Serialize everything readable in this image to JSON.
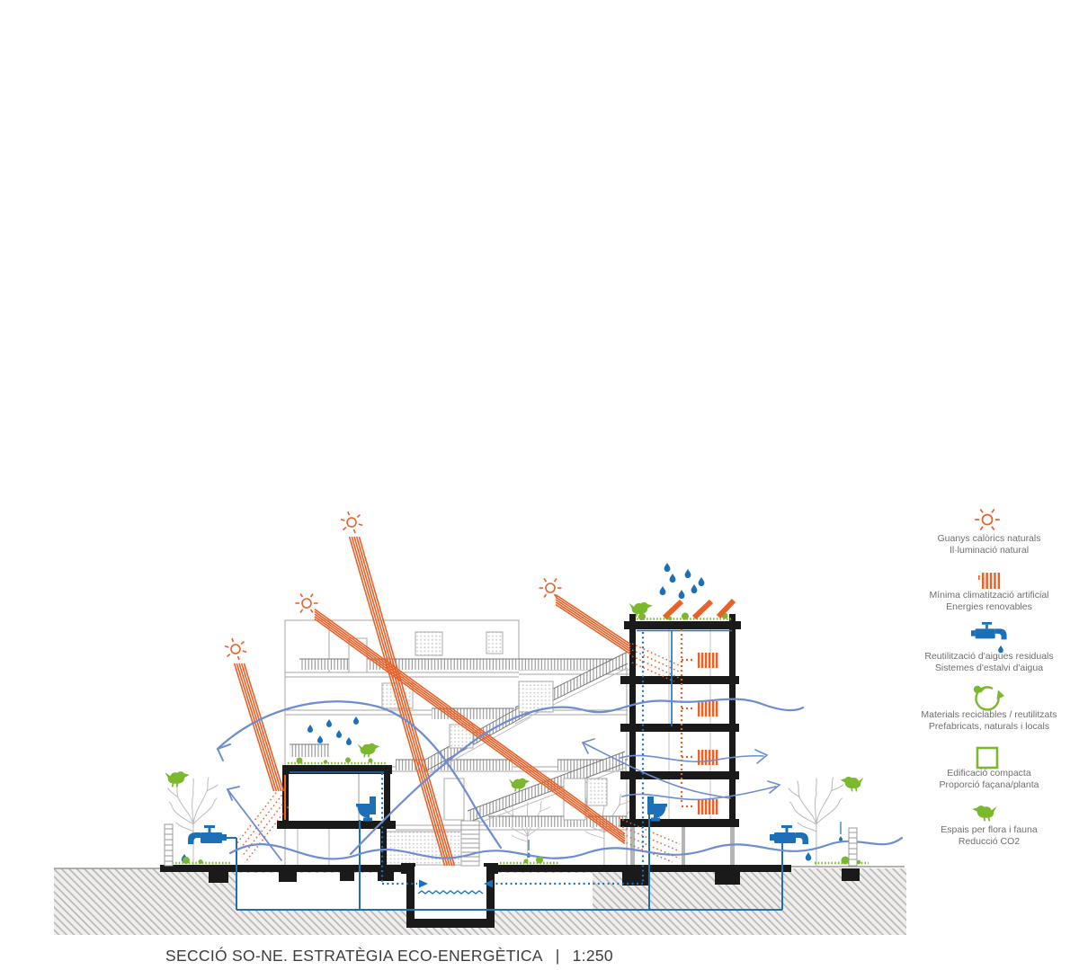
{
  "title": {
    "label": "SECCIÓ SO-NE. ESTRATÈGIA ECO-ENERGÈTICA",
    "separator": "|",
    "scale": "1:250"
  },
  "legend": {
    "items": [
      {
        "icon": "sun-icon",
        "line1": "Guanys calòrics naturals",
        "line2": "Il·luminació natural"
      },
      {
        "icon": "radiator-icon",
        "line1": "Mínima climatització artificial",
        "line2": "Energies renovables"
      },
      {
        "icon": "faucet-icon",
        "line1": "Reutilització d'aigues residuals",
        "line2": "Sistemes d'estalvi d'aigua"
      },
      {
        "icon": "recycle-icon",
        "line1": "Materials reciclables / reutilitzats",
        "line2": "Prefabricats, naturals i locals"
      },
      {
        "icon": "square-icon",
        "line1": "Edificació compacta",
        "line2": "Proporció façana/planta"
      },
      {
        "icon": "bird-icon",
        "line1": "Espais per flora i fauna",
        "line2": "Reducció CO2"
      }
    ]
  },
  "icons": {
    "sun": "circle-with-dash-rays",
    "radiator": "vertical-bars",
    "faucet": "tap-with-water-drop",
    "recycle": "circular-arrow-with-dot",
    "compact": "outline-square",
    "bird": "bird-silhouette"
  },
  "colors": {
    "solar_orange": "#E8622A",
    "water_blue": "#1D70B7",
    "airflow_blue": "#6E8CD0",
    "eco_green": "#7AB82E",
    "line_gray": "#A6A6A6",
    "text_gray": "#6E6E6D",
    "section_black": "#1A1A1A"
  }
}
